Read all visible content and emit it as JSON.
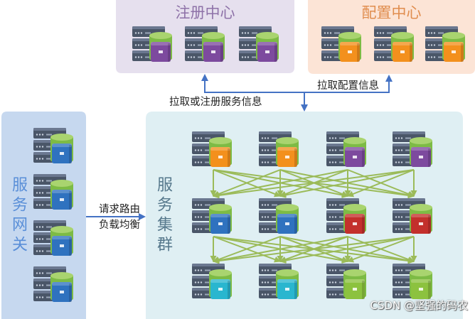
{
  "registry": {
    "title": "注册中心",
    "servers": [
      "#7d4a9e",
      "#7d4a9e",
      "#7d4a9e"
    ]
  },
  "config": {
    "title": "配置中心",
    "servers": [
      "#f3901d",
      "#f3901d",
      "#f3901d"
    ]
  },
  "gateway": {
    "title": "服务网关",
    "servers": [
      "#2f72bf",
      "#2f72bf",
      "#2f72bf",
      "#2f72bf"
    ]
  },
  "cluster": {
    "title": "服务集群",
    "rows": [
      [
        "#f3901d",
        "#f3901d",
        "#7d4a9e",
        "#7d4a9e"
      ],
      [
        "#2f72bf",
        "#2f72bf",
        "#c3302c",
        "#c3302c"
      ],
      [
        "#29b6cf",
        "#29b6cf",
        "#8cc23f",
        "#8cc23f"
      ]
    ]
  },
  "labels": {
    "pull_config": "拉取配置信息",
    "pull_register": "拉取或注册服务信息",
    "route": "请求路由",
    "balance": "负载均衡"
  },
  "watermark": "CSDN @坚强的码农",
  "colors": {
    "registry_bg": "#e6e0ee",
    "config_bg": "#fce4d6",
    "gateway_bg": "#c6d8ef",
    "cluster_bg": "#dfeff3",
    "flow_arrow": "#4472c4",
    "cluster_arrow": "#9bbb59",
    "cylinder": "#7dbb45",
    "cylinder_top": "#a9d46f",
    "rack": "#4a5668",
    "rack_top": "#6b7890"
  }
}
